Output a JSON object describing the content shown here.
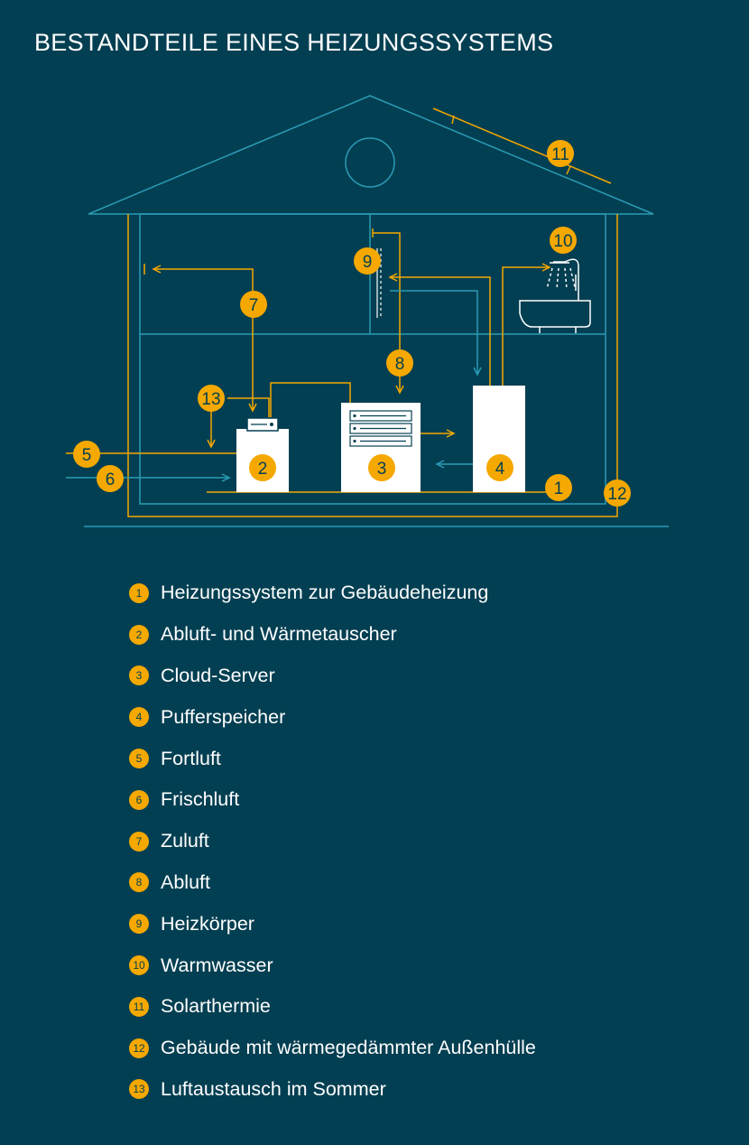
{
  "title": "BESTANDTEILE EINES HEIZUNGSSYSTEMS",
  "colors": {
    "background": "#033f52",
    "accent": "#f5a800",
    "line_blue": "#2a9bb5",
    "white": "#ffffff"
  },
  "badges": [
    "1",
    "2",
    "3",
    "4",
    "5",
    "6",
    "7",
    "8",
    "9",
    "10",
    "11",
    "12",
    "13"
  ],
  "legend": [
    {
      "num": "1",
      "label": "Heizungssystem zur Gebäudeheizung"
    },
    {
      "num": "2",
      "label": "Abluft- und Wärmetauscher"
    },
    {
      "num": "3",
      "label": "Cloud-Server"
    },
    {
      "num": "4",
      "label": "Pufferspeicher"
    },
    {
      "num": "5",
      "label": "Fortluft"
    },
    {
      "num": "6",
      "label": "Frischluft"
    },
    {
      "num": "7",
      "label": "Zuluft"
    },
    {
      "num": "8",
      "label": "Abluft"
    },
    {
      "num": "9",
      "label": "Heizkörper"
    },
    {
      "num": "10",
      "label": "Warmwasser"
    },
    {
      "num": "11",
      "label": "Solarthermie"
    },
    {
      "num": "12",
      "label": "Gebäude mit wärmegedämmter Außenhülle"
    },
    {
      "num": "13",
      "label": "Luftaustausch im Sommer"
    }
  ]
}
